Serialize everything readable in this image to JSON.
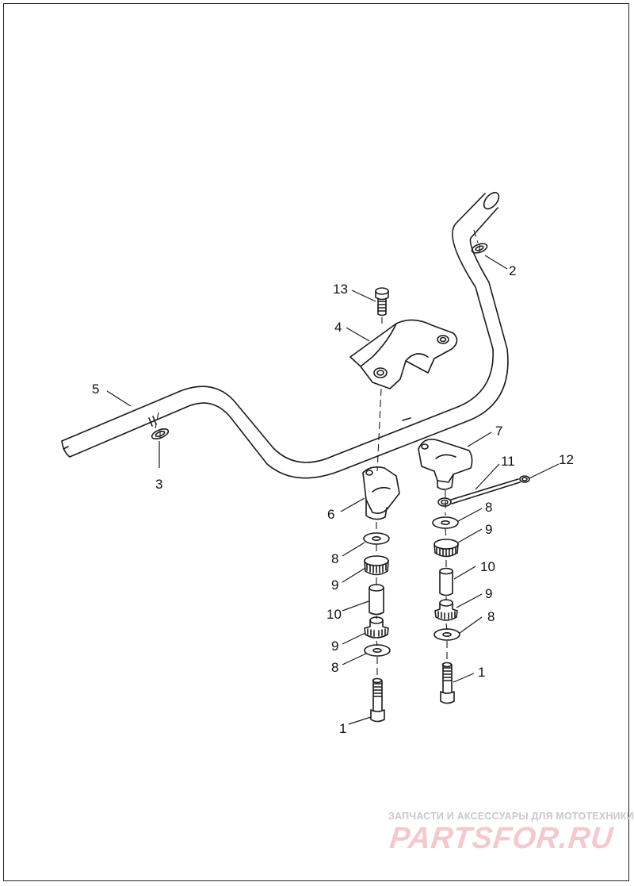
{
  "callouts": {
    "c1_left": "1",
    "c1_right": "1",
    "c2": "2",
    "c3": "3",
    "c4": "4",
    "c5": "5",
    "c6": "6",
    "c7": "7",
    "c8_left_top": "8",
    "c8_left_bottom": "8",
    "c8_right_top": "8",
    "c8_right_bottom": "8",
    "c9_left_top": "9",
    "c9_left_bottom": "9",
    "c9_right_top": "9",
    "c9_right_bottom": "9",
    "c10_left": "10",
    "c10_right": "10",
    "c11": "11",
    "c12": "12",
    "c13": "13"
  },
  "watermark": {
    "tagline": "ЗАПЧАСТИ И АКСЕССУАРЫ ДЛЯ МОТОТЕХНИКИ",
    "logo": "PARTSFOR.RU"
  },
  "colors": {
    "line": "#1a1a1a",
    "watermark_logo": "#f4c9cc",
    "watermark_text": "#c9c9c9"
  }
}
